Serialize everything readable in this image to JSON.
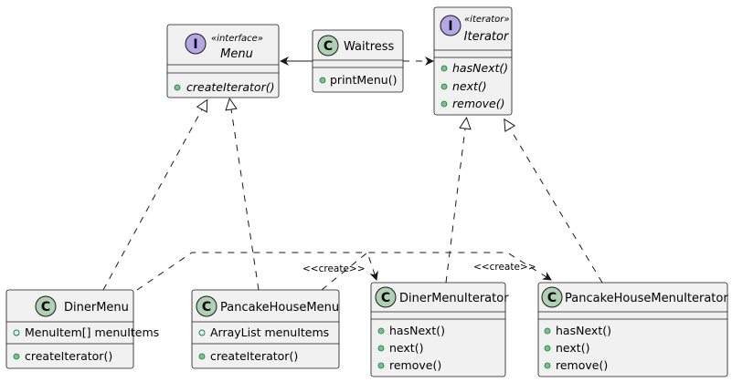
{
  "classes": {
    "menu": {
      "stereotype": "«interface»",
      "name": "Menu",
      "methods": [
        "createIterator()"
      ]
    },
    "waitress": {
      "name": "Waitress",
      "methods": [
        "printMenu()"
      ]
    },
    "iterator": {
      "stereotype": "«iterator»",
      "name": "Iterator",
      "methods": [
        "hasNext()",
        "next()",
        "remove()"
      ]
    },
    "diner_menu": {
      "name": "DinerMenu",
      "fields": [
        "MenuItem[] menuItems"
      ],
      "methods": [
        "createIterator()"
      ]
    },
    "pancake_house_menu": {
      "name": "PancakeHouseMenu",
      "fields": [
        "ArrayList menuItems"
      ],
      "methods": [
        "createIterator()"
      ]
    },
    "diner_menu_iterator": {
      "name": "DinerMenuIterator",
      "methods": [
        "hasNext()",
        "next()",
        "remove()"
      ]
    },
    "pancake_house_menu_iterator": {
      "name": "PancakeHouseMenuIterator",
      "methods": [
        "hasNext()",
        "next()",
        "remove()"
      ]
    }
  },
  "glyphs": {
    "class": "C",
    "interface": "I"
  },
  "edges": {
    "create_label_1": "<<create>>",
    "create_label_2": "<<create>>"
  }
}
